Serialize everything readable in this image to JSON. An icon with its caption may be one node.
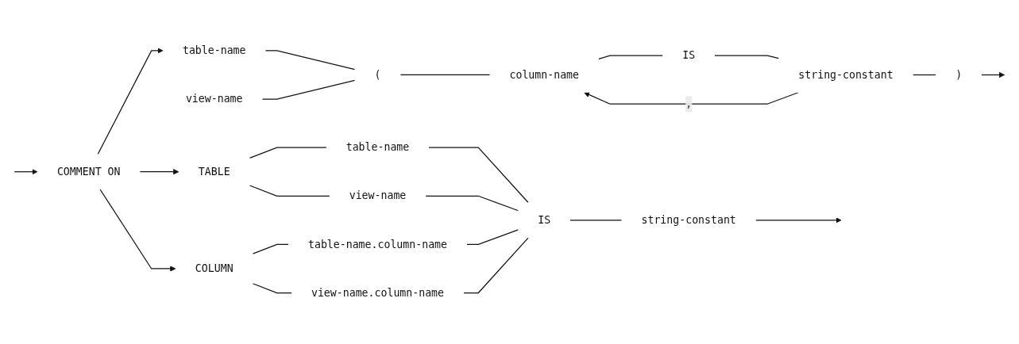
{
  "diagram": {
    "nodes": [
      {
        "text": [
          "COMMENT ON"
        ]
      },
      {
        "text": [
          "TABLE"
        ]
      },
      {
        "text": [
          "table-name"
        ]
      },
      {
        "text": [
          "view-name"
        ]
      },
      {
        "text": [
          "COLUMN"
        ]
      },
      {
        "text": [
          "table-name.column-name"
        ]
      },
      {
        "text": [
          "view-name.column-name"
        ]
      },
      {
        "text": [
          "IS"
        ]
      },
      {
        "text": [
          "string-constant"
        ]
      },
      {
        "text": [
          "table-name"
        ]
      },
      {
        "text": [
          "view-name"
        ]
      },
      {
        "text": [
          "("
        ]
      },
      {
        "text": [
          "column-name"
        ]
      },
      {
        "text": [
          "IS"
        ]
      },
      {
        "text": [
          "string-constant"
        ]
      },
      {
        "text": [
          ")"
        ]
      }
    ],
    "edges": [
      {
        "from": null,
        "to": 0,
        "arrow": "to"
      },
      {
        "from": 0,
        "to": 1,
        "arrow": "to"
      },
      {
        "from": 0,
        "to": 4,
        "arrow": "to"
      },
      {
        "from": 0,
        "to": 9,
        "arrow": "to"
      },
      {
        "from": 1,
        "to": 2,
        "arrow": "none"
      },
      {
        "from": 1,
        "to": 3,
        "arrow": "none"
      },
      {
        "from": 4,
        "to": 5,
        "arrow": "none"
      },
      {
        "from": 4,
        "to": 6,
        "arrow": "none"
      },
      {
        "from": 2,
        "to": 7,
        "arrow": "none"
      },
      {
        "from": 3,
        "to": 7,
        "arrow": "none"
      },
      {
        "from": 5,
        "to": 7,
        "arrow": "none"
      },
      {
        "from": 6,
        "to": 7,
        "arrow": "none"
      },
      {
        "from": 7,
        "to": 8,
        "arrow": "none"
      },
      {
        "from": 9,
        "to": 11,
        "arrow": "none"
      },
      {
        "from": 10,
        "to": 11,
        "arrow": "none"
      },
      {
        "from": 11,
        "to": 12,
        "arrow": "none"
      },
      {
        "from": 12,
        "to": 13,
        "arrow": "none"
      },
      {
        "from": 13,
        "to": 14,
        "arrow": "none"
      },
      {
        "from": 14,
        "to": 15,
        "arrow": "none"
      },
      {
        "from": 14,
        "to": 12,
        "label": ",",
        "arrow": "to"
      },
      {
        "from": 8,
        "to": null,
        "arrow": "to"
      },
      {
        "from": 15,
        "to": null,
        "arrow": "to"
      }
    ]
  }
}
